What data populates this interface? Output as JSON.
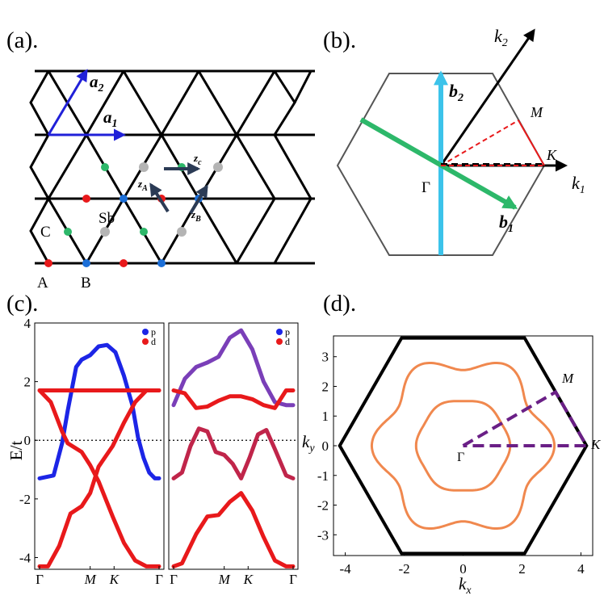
{
  "panels": {
    "a": {
      "label": "(a).",
      "vec_a1": "a",
      "vec_a1_sub": "1",
      "vec_a2": "a",
      "vec_a2_sub": "2",
      "site_A": "A",
      "site_B": "B",
      "site_C": "C",
      "site_Sb": "Sb",
      "zA": "z",
      "zA_sub": "A",
      "zB": "z",
      "zB_sub": "B",
      "zC": "z",
      "zC_sub": "c"
    },
    "b": {
      "label": "(b).",
      "k1": "k",
      "k1_sub": "1",
      "k2": "k",
      "k2_sub": "2",
      "b1": "b",
      "b1_sub": "1",
      "b2": "b",
      "b2_sub": "2",
      "gamma": "Γ",
      "M": "M",
      "K": "K"
    },
    "c": {
      "label": "(c).",
      "ylabel": "E/t"
    },
    "d": {
      "label": "(d).",
      "xlabel": "k",
      "xlabel_sub": "x",
      "ylabel": "k",
      "ylabel_sub": "y",
      "gamma": "Γ",
      "M": "M",
      "K": "K"
    }
  },
  "colors": {
    "p_band": "#1c25e6",
    "d_band": "#e8191b",
    "green": "#2db86a",
    "cyan": "#3cc3ea",
    "blue_vec": "#2020d8",
    "orange": "#f0884e",
    "purple": "#6a1f86",
    "gray_atom": "#b4b4b4"
  },
  "chart_data": [
    {
      "type": "line",
      "panel": "c-left",
      "xlabel": "",
      "ylabel": "E/t",
      "x_ticks": [
        "Γ",
        "M",
        "K",
        "Γ"
      ],
      "ylim": [
        -4.4,
        4.0
      ],
      "y_ticks": [
        -4,
        -2,
        0,
        2,
        4
      ],
      "legend": [
        {
          "marker": "p",
          "color": "blue"
        },
        {
          "marker": "d",
          "color": "red"
        }
      ],
      "legend_position": "top-right",
      "fermi_level": 0,
      "series": [
        {
          "name": "p",
          "x": [
            0,
            0.5,
            0.8,
            1.0,
            1.3,
            1.5,
            1.8,
            2.1,
            2.4,
            2.7,
            3.0,
            3.3,
            3.5,
            3.7,
            3.9,
            4.1,
            4.25
          ],
          "y": [
            -1.3,
            -1.2,
            -0.1,
            1.0,
            2.5,
            2.75,
            2.9,
            3.2,
            3.25,
            3.0,
            2.2,
            1.2,
            0.1,
            -0.6,
            -1.1,
            -1.3,
            -1.3
          ]
        },
        {
          "name": "d (flat)",
          "x": [
            0,
            4.25
          ],
          "y": [
            1.7,
            1.7
          ]
        },
        {
          "name": "d (lower)",
          "x": [
            0,
            0.3,
            0.7,
            1.1,
            1.5,
            1.8,
            2.1,
            2.6,
            3.0,
            3.4,
            3.8,
            4.25
          ],
          "y": [
            -4.3,
            -4.3,
            -3.6,
            -2.5,
            -2.25,
            -1.8,
            -0.9,
            -0.2,
            0.6,
            1.3,
            1.7,
            1.7
          ]
        },
        {
          "name": "d (upper)",
          "x": [
            0,
            0.4,
            0.8,
            1.0,
            1.5,
            1.8,
            2.1,
            2.6,
            3.0,
            3.4,
            3.8,
            4.1,
            4.25
          ],
          "y": [
            1.7,
            1.3,
            0.3,
            -0.1,
            -0.4,
            -0.85,
            -1.4,
            -2.6,
            -3.5,
            -4.1,
            -4.3,
            -4.3,
            -4.3
          ]
        }
      ]
    },
    {
      "type": "line",
      "panel": "c-right",
      "x_ticks": [
        "Γ",
        "M",
        "K",
        "Γ"
      ],
      "ylim": [
        -4.4,
        4.0
      ],
      "legend": [
        {
          "marker": "p",
          "color": "blue"
        },
        {
          "marker": "d",
          "color": "red"
        }
      ],
      "legend_position": "top-right",
      "fermi_level": 0,
      "series": [
        {
          "name": "top band (mixed p/d)",
          "x": [
            0,
            0.4,
            0.8,
            1.2,
            1.6,
            2.0,
            2.4,
            2.8,
            3.2,
            3.6,
            4.0,
            4.25
          ],
          "y": [
            1.2,
            2.1,
            2.5,
            2.65,
            2.85,
            3.5,
            3.75,
            3.1,
            2.0,
            1.3,
            1.2,
            1.2
          ]
        },
        {
          "name": "d band near 1.7",
          "x": [
            0,
            0.4,
            0.8,
            1.2,
            1.6,
            2.0,
            2.4,
            2.8,
            3.2,
            3.6,
            4.0,
            4.25
          ],
          "y": [
            1.7,
            1.6,
            1.1,
            1.15,
            1.35,
            1.5,
            1.5,
            1.4,
            1.2,
            1.1,
            1.7,
            1.7
          ]
        },
        {
          "name": "middle band",
          "x": [
            0,
            0.3,
            0.6,
            0.9,
            1.2,
            1.5,
            1.8,
            2.1,
            2.4,
            2.7,
            3.0,
            3.3,
            3.6,
            4.0,
            4.25
          ],
          "y": [
            -1.3,
            -1.1,
            -0.2,
            0.4,
            0.3,
            -0.4,
            -0.5,
            -0.8,
            -1.3,
            -0.6,
            0.2,
            0.35,
            -0.3,
            -1.2,
            -1.3
          ]
        },
        {
          "name": "lower d band",
          "x": [
            0,
            0.3,
            0.8,
            1.2,
            1.6,
            2.0,
            2.4,
            2.8,
            3.2,
            3.6,
            4.0,
            4.25
          ],
          "y": [
            -4.3,
            -4.2,
            -3.2,
            -2.6,
            -2.55,
            -2.1,
            -1.8,
            -2.4,
            -3.3,
            -4.1,
            -4.3,
            -4.3
          ]
        }
      ]
    },
    {
      "type": "scatter",
      "panel": "d",
      "xlabel": "k_x",
      "ylabel": "k_y",
      "xlim": [
        -4.4,
        4.4
      ],
      "ylim": [
        -3.7,
        3.7
      ],
      "x_ticks": [
        -4,
        -2,
        0,
        2,
        4
      ],
      "y_ticks": [
        -3,
        -2,
        -1,
        0,
        1,
        2,
        3
      ],
      "brillouin_zone_vertices": [
        [
          4.19,
          0
        ],
        [
          2.09,
          3.63
        ],
        [
          -2.09,
          3.63
        ],
        [
          -4.19,
          0
        ],
        [
          -2.09,
          -3.63
        ],
        [
          2.09,
          -3.63
        ]
      ],
      "high_symmetry_path": {
        "Γ": [
          0,
          0
        ],
        "M": [
          3.14,
          1.81
        ],
        "K": [
          4.19,
          0
        ]
      },
      "contours": [
        {
          "name": "inner Fermi contour",
          "radius_approx": 1.55
        },
        {
          "name": "outer Fermi contour",
          "radius_approx": [
            2.55,
            3.1
          ]
        }
      ]
    }
  ]
}
